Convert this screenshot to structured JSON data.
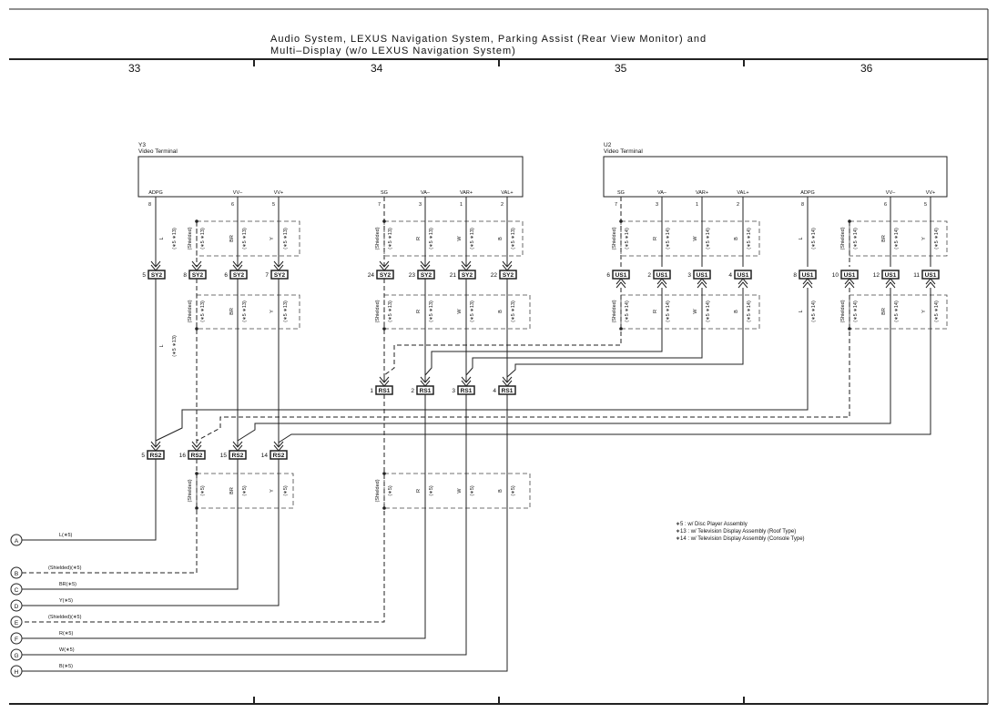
{
  "title": {
    "line1": "Audio System,  LEXUS Navigation System,  Parking Assist (Rear View Monitor) and",
    "line2": "Multi–Display (w/o LEXUS Navigation System)"
  },
  "columns": [
    "33",
    "34",
    "35",
    "36"
  ],
  "components": {
    "y3": {
      "code": "Y3",
      "name": "Video Terminal",
      "terminals": [
        "ADPG",
        "VV–",
        "VV+",
        "SG",
        "VA–",
        "VAR+",
        "VAL+"
      ],
      "pins": [
        "8",
        "6",
        "5",
        "7",
        "3",
        "1",
        "2"
      ]
    },
    "u2": {
      "code": "U2",
      "name": "Video Terminal",
      "terminals": [
        "SG",
        "VA–",
        "VAR+",
        "VAL+",
        "ADPG",
        "VV–",
        "VV+"
      ],
      "pins": [
        "7",
        "3",
        "1",
        "2",
        "8",
        "6",
        "5"
      ]
    }
  },
  "connectors": {
    "sy2": {
      "label": "SY2",
      "pins": [
        "5",
        "8",
        "6",
        "7",
        "24",
        "23",
        "21",
        "22"
      ]
    },
    "us1": {
      "label": "US1",
      "pins": [
        "6",
        "2",
        "3",
        "4",
        "8",
        "10",
        "12",
        "11"
      ]
    },
    "rs1": {
      "label": "RS1",
      "pins": [
        "1",
        "2",
        "3",
        "4"
      ]
    },
    "rs2": {
      "label": "RS2",
      "pins": [
        "5",
        "16",
        "15",
        "14"
      ]
    }
  },
  "wire_labels": {
    "y3_top": [
      "L",
      "(Shielded)",
      "BR",
      "Y",
      "(Shielded)",
      "R",
      "W",
      "B"
    ],
    "y3_top_note": [
      "(∗5 ∗13)",
      "(∗5 ∗13)",
      "(∗5 ∗13)",
      "(∗5 ∗13)",
      "(∗5 ∗13)",
      "(∗5 ∗13)",
      "(∗5 ∗13)",
      "(∗5 ∗13)"
    ],
    "u2_top": [
      "(Shielded)",
      "R",
      "W",
      "B",
      "L",
      "(Shielded)",
      "BR",
      "Y"
    ],
    "u2_top_note": [
      "(∗5 ∗14)",
      "(∗5 ∗14)",
      "(∗5 ∗14)",
      "(∗5 ∗14)",
      "(∗5 ∗14)",
      "(∗5 ∗14)",
      "(∗5 ∗14)",
      "(∗5 ∗14)"
    ],
    "sy2_bottom": [
      "L",
      "(Shielded)",
      "BR",
      "Y",
      "(Shielded)",
      "R",
      "W",
      "B"
    ],
    "sy2_bottom_note": [
      "(∗5 ∗13)",
      "(∗5 ∗13)",
      "(∗5 ∗13)",
      "(∗5 ∗13)",
      "(∗5 ∗13)",
      "(∗5 ∗13)",
      "(∗5 ∗13)",
      "(∗5 ∗13)"
    ],
    "us1_bottom": [
      "(Shielded)",
      "R",
      "W",
      "B",
      "L",
      "(Shielded)",
      "BR",
      "Y"
    ],
    "us1_bottom_note": [
      "(∗5 ∗14)",
      "(∗5 ∗14)",
      "(∗5 ∗14)",
      "(∗5 ∗14)",
      "(∗5 ∗14)",
      "(∗5 ∗14)",
      "(∗5 ∗14)",
      "(∗5 ∗14)"
    ],
    "rs2_bottom": [
      "(Shielded)",
      "BR",
      "Y"
    ],
    "rs2_bottom_note": [
      "(∗5)",
      "(∗5)",
      "(∗5)"
    ],
    "rs1_bottom": [
      "(Shielded)",
      "R",
      "W",
      "B"
    ],
    "rs1_bottom_note": [
      "(∗5)",
      "(∗5)",
      "(∗5)",
      "(∗5)"
    ]
  },
  "outputs": [
    {
      "letter": "A",
      "label": "L(∗5)"
    },
    {
      "letter": "B",
      "label": "(Shielded)(∗5)"
    },
    {
      "letter": "C",
      "label": "BR(∗5)"
    },
    {
      "letter": "D",
      "label": "Y(∗5)"
    },
    {
      "letter": "E",
      "label": "(Shielded)(∗5)"
    },
    {
      "letter": "F",
      "label": "R(∗5)"
    },
    {
      "letter": "G",
      "label": "W(∗5)"
    },
    {
      "letter": "H",
      "label": "B(∗5)"
    }
  ],
  "notes": [
    "∗5 : w/ Disc Player Assembly",
    "∗13 : w/ Television Display Assembly (Roof Type)",
    "∗14 : w/ Television Display Assembly (Console Type)"
  ]
}
